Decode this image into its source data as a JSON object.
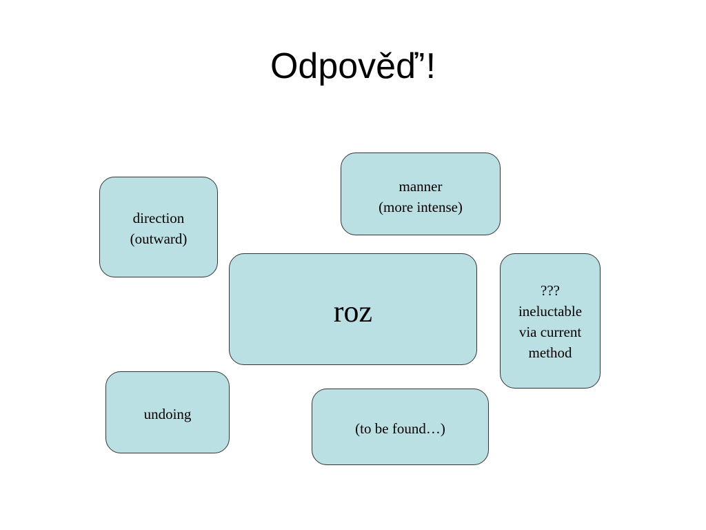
{
  "slide": {
    "title": "Odpověď’!"
  },
  "diagram": {
    "center": {
      "label": "roz"
    },
    "meanings": [
      {
        "label": "manner\n(more intense)"
      },
      {
        "label": "direction\n(outward)"
      },
      {
        "label": "???\nineluctable\nvia current\nmethod"
      },
      {
        "label": "undoing"
      },
      {
        "label": "(to be found…)"
      }
    ]
  },
  "colors": {
    "box_fill": "#bbe0e3",
    "box_border": "#333333",
    "text": "#000000"
  }
}
